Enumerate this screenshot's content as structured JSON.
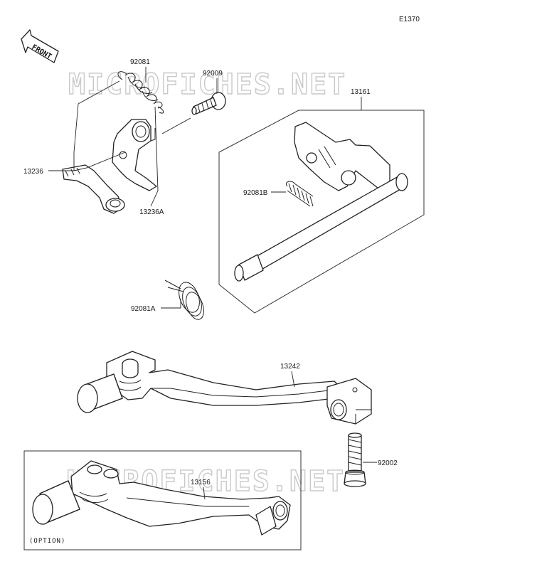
{
  "diagram": {
    "ref_code": "E1370",
    "front_label": "FRONT",
    "option_label": "(OPTION)",
    "watermark": "MICROFICHES.NET",
    "colors": {
      "line": "#222222",
      "watermark": "#c9c9c9",
      "background": "#ffffff"
    },
    "parts": [
      {
        "id": "92081"
      },
      {
        "id": "92009"
      },
      {
        "id": "13161"
      },
      {
        "id": "13236"
      },
      {
        "id": "13236A"
      },
      {
        "id": "92081B"
      },
      {
        "id": "92081A"
      },
      {
        "id": "13242"
      },
      {
        "id": "92002"
      },
      {
        "id": "13156"
      }
    ]
  }
}
